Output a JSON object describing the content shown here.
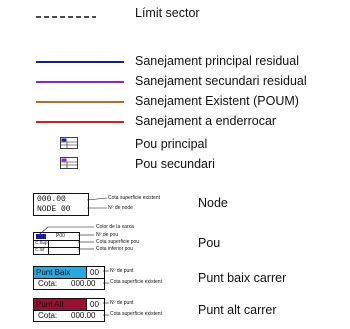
{
  "legend": {
    "sector": {
      "label": "Límit sector",
      "color": "#111111"
    },
    "lines": [
      {
        "label": "Sanejament principal residual",
        "color": "#1a1aa8"
      },
      {
        "label": "Sanejament secundari residual",
        "color": "#8a22d8"
      },
      {
        "label": "Sanejament Existent (POUM)",
        "color": "#c06a2a"
      },
      {
        "label": "Sanejament a enderrocar",
        "color": "#e01818"
      }
    ],
    "wells": [
      {
        "label": "Pou principal",
        "icon_color": "#1a1aa8"
      },
      {
        "label": "Pou secundari",
        "icon_color": "#8a22d8"
      }
    ]
  },
  "node": {
    "label": "Node",
    "box_top": "000.00",
    "box_bottom": "NODE  00",
    "note_top": "Cota superficie existent",
    "note_bottom": "Nº de node"
  },
  "pou": {
    "label": "Pou",
    "box_num": "P00",
    "box_csup": "C.Sup",
    "box_cinf": "C.Inf",
    "note_color": "Color de la xarxa",
    "note_num": "Nº de pou",
    "note_csup": "Cota superficie pou",
    "note_cinf": "Cota inferior pou",
    "color": "#1a1aa8"
  },
  "punt_baix": {
    "label": "Punt baix carrer",
    "name": "Punt Baix",
    "num": "00",
    "cota_label": "Cota:",
    "cota_value": "000.00",
    "note_num": "Nº de punt",
    "note_cota": "Cota superficie existent",
    "color": "#29a9e0"
  },
  "punt_alt": {
    "label": "Punt alt carrer",
    "name": "Punt Alt",
    "num": "00",
    "cota_label": "Cota:",
    "cota_value": "000.00",
    "note_num": "Nº de punt",
    "note_cota": "Cota superficie existent",
    "color": "#9a1030"
  }
}
